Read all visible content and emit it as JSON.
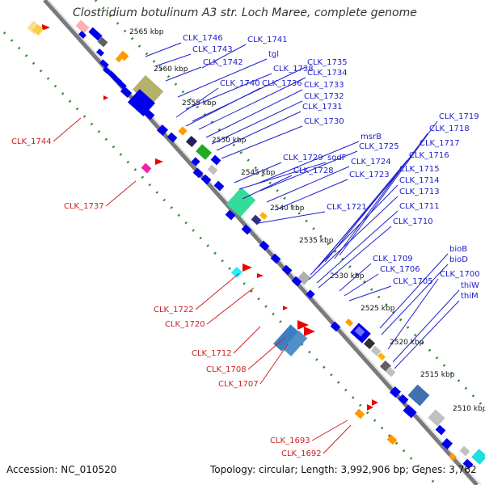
{
  "title": "Clostridium botulinum A3 str. Loch Maree, complete genome",
  "footer": {
    "accession": "Accession: NC_010520",
    "summary": "Topology: circular; Length: 3,992,906 bp; Genes: 3,762"
  },
  "colors": {
    "backbone": "#808080",
    "forward_gene": "#0000ee",
    "reverse_gene": "#ee0000",
    "label_forward": "#2020cc",
    "label_reverse": "#cc2222",
    "dots": "#2e8b2e"
  },
  "ticks": [
    "2565 kbp",
    "2560 kbp",
    "2555 kbp",
    "2550 kbp",
    "2545 kbp",
    "2540 kbp",
    "2535 kbp",
    "2530 kbp",
    "2525 kbp",
    "2520 kbp",
    "2515 kbp",
    "2510 kbp"
  ],
  "forward_labels": [
    "CLK_1746",
    "CLK_1741",
    "CLK_1743",
    "CLK_1742",
    "tgl",
    "CLK_1738",
    "CLK_1735",
    "CLK_1734",
    "CLK_1740",
    "CLK_1736",
    "CLK_1733",
    "CLK_1732",
    "CLK_1731",
    "CLK_1730",
    "CLK_1719",
    "CLK_1718",
    "msrB",
    "CLK_1725",
    "CLK_1717",
    "CLK_1729",
    "sodF",
    "CLK_1724",
    "CLK_1716",
    "CLK_1728",
    "CLK_1723",
    "CLK_1715",
    "CLK_1714",
    "CLK_1713",
    "CLK_1721",
    "CLK_1711",
    "CLK_1710",
    "bioB",
    "CLK_1709",
    "bioD",
    "CLK_1706",
    "CLK_1700",
    "CLK_1705",
    "thiW",
    "thiM"
  ],
  "reverse_labels": [
    "CLK_1744",
    "CLK_1737",
    "CLK_1722",
    "CLK_1720",
    "CLK_1712",
    "CLK_1708",
    "CLK_1707",
    "CLK_1693",
    "CLK_1692"
  ]
}
